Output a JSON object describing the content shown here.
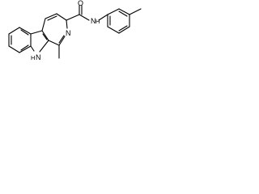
{
  "molecule": {
    "atoms": {
      "ring_nitrogen": "N",
      "amide_nitrogen": "N",
      "amide_hydrogen": "H",
      "oxygen": "O",
      "indole_nitrogen_hydrogen": "H",
      "indole_nitrogen": "N"
    }
  }
}
